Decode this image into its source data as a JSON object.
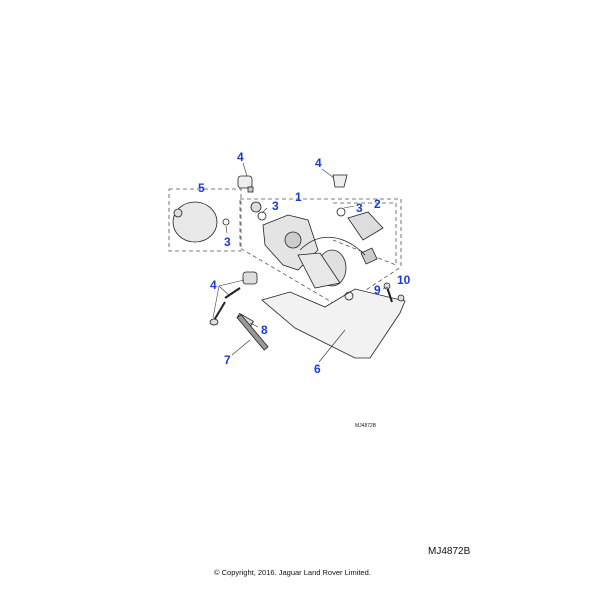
{
  "diagram": {
    "callouts": [
      {
        "id": "c4a",
        "label": "4"
      },
      {
        "id": "c4b",
        "label": "4"
      },
      {
        "id": "c5",
        "label": "5"
      },
      {
        "id": "c1",
        "label": "1"
      },
      {
        "id": "c3a",
        "label": "3"
      },
      {
        "id": "c2",
        "label": "2"
      },
      {
        "id": "c3b",
        "label": "3"
      },
      {
        "id": "c3c",
        "label": "3"
      },
      {
        "id": "c10",
        "label": "10"
      },
      {
        "id": "c9",
        "label": "9"
      },
      {
        "id": "c4c",
        "label": "4"
      },
      {
        "id": "c8",
        "label": "8"
      },
      {
        "id": "c7",
        "label": "7"
      },
      {
        "id": "c6",
        "label": "6"
      }
    ],
    "reference_small": "MJ4872B",
    "reference_large": "MJ4872B",
    "copyright": "© Copyright, 2016. Jaguar Land Rover Limited.",
    "callout_color": "#1a3bd6"
  }
}
